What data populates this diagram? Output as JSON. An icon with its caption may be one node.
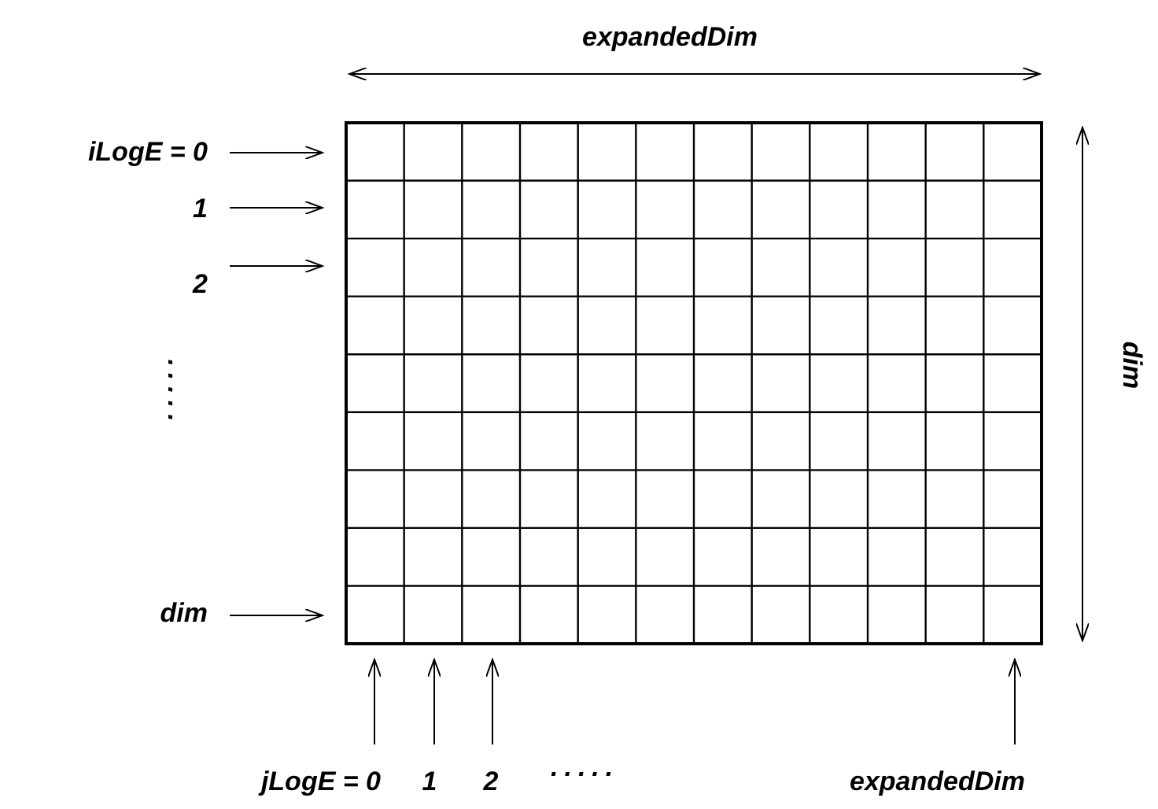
{
  "diagram": {
    "nodes": [
      {
        "text": [
          "iLogE = 0"
        ]
      },
      {
        "text": [
          "1"
        ]
      },
      {
        "text": [
          "2"
        ]
      },
      {
        "text": [
          "dim"
        ]
      },
      {
        "text": [
          "jLogE = 0"
        ]
      },
      {
        "text": [
          "1"
        ]
      },
      {
        "text": [
          "2"
        ]
      },
      {
        "text": [
          "expandedDim"
        ]
      }
    ],
    "edges": [
      {
        "from": 0,
        "to": null,
        "arrow": "to"
      },
      {
        "from": 1,
        "to": null,
        "arrow": "to"
      },
      {
        "from": 2,
        "to": null,
        "arrow": "to"
      },
      {
        "from": 3,
        "to": null,
        "arrow": "to"
      },
      {
        "from": 4,
        "to": null,
        "arrow": "to"
      },
      {
        "from": 5,
        "to": null,
        "arrow": "to"
      },
      {
        "from": 6,
        "to": null,
        "arrow": "to"
      },
      {
        "from": 7,
        "to": null,
        "arrow": "to"
      }
    ],
    "labels": [
      "expandedDim",
      "dim",
      ".....",
      "....."
    ]
  }
}
